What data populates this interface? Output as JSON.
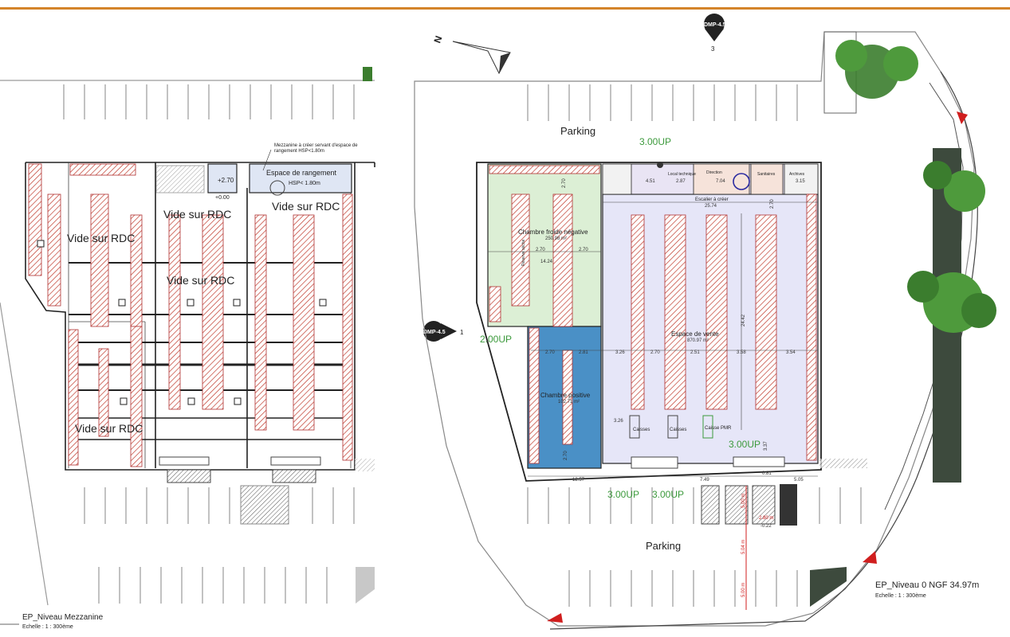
{
  "colors": {
    "top_rule": "#d4842a",
    "rack_hatch": "#c0392b",
    "sales_area": "#e6e6f8",
    "cold_negative": "#dcefd5",
    "cold_positive": "#4a90c6",
    "tree": "#3b7d2e",
    "dim_green": "#3c9a3c",
    "arrow_red": "#d01e1e"
  },
  "mezzanine": {
    "vide_rdc_1": "Vide sur RDC",
    "vide_rdc_2": "Vide sur RDC",
    "vide_rdc_3": "Vide sur RDC",
    "vide_rdc_4": "Vide sur RDC",
    "vide_rdc_5": "Vide sur RDC",
    "storage_note_line1": "Mezzanine à créer servant d'espace de",
    "storage_note_line2": "rangement HSP<1.80m",
    "storage_title": "Espace de rangement",
    "storage_hsp": "HSP< 1.80m",
    "level_plus": "+2.70",
    "level_zero": "+0.00",
    "view_name": "EP_Niveau Mezzanine",
    "scale": "Echelle : 1 : 300ème"
  },
  "ground": {
    "section_marker_top": "DMP-4.5",
    "section_marker_top_num": "3",
    "section_marker_left": "DMP-4.5",
    "section_marker_left_num": "1",
    "parking_top": "Parking",
    "parking_bottom": "Parking",
    "up_top": "3.00UP",
    "up_left": "2.00UP",
    "up_right": "3.00UP",
    "up_bottom_1": "3.00UP",
    "up_bottom_2": "3.00UP",
    "cold_neg": "Chambre froide négative",
    "cold_neg_area": "250.98 m²",
    "cold_pos": "Chambre positive",
    "cold_pos_area": "102.71 m²",
    "sales": "Espace de vente",
    "sales_area": "870.97 m²",
    "stair": "Escalier à créer",
    "local_tech": "Local technique",
    "direction": "Direction",
    "sanitaires": "Sanitaires",
    "archives": "Archives",
    "caisses_1": "Caisses",
    "caisses_2": "Caisses",
    "caisses_pmr": "Caisse PMR",
    "reserve_label": "Réserve sèche",
    "d_2_70a": "2.70",
    "d_2_70b": "2.70",
    "d_2_70c": "2.70",
    "d_14_24": "14.24",
    "d_4_51": "4.51",
    "d_2_87": "2.87",
    "d_7_04": "7.04",
    "d_3_15": "3.15",
    "d_25_74": "25.74",
    "d_2_70d": "2.70",
    "d_24_42": "24.42",
    "d_2_70e": "2.70",
    "d_2_81": "2.81",
    "d_3_26": "3.26",
    "d_2_70f": "2.70",
    "d_2_51": "2.51",
    "d_3_58": "3.58",
    "d_3_54": "3.54",
    "d_3_26b": "3.26",
    "d_3_37": "3.37",
    "d_2_70g": "2.70",
    "d_12_57": "12.57",
    "d_7_49": "7.49",
    "d_5_05": "5.05",
    "d_0_81": "0.81",
    "d_2_80": "2.80 m",
    "d_neg_0_22": "-0.22",
    "d_5_00a": "5.00 m",
    "d_5_04": "5.04 m",
    "d_5_00b": "5.00 m",
    "view_name": "EP_Niveau 0 NGF 34.97m",
    "scale": "Echelle : 1 : 300ème"
  }
}
